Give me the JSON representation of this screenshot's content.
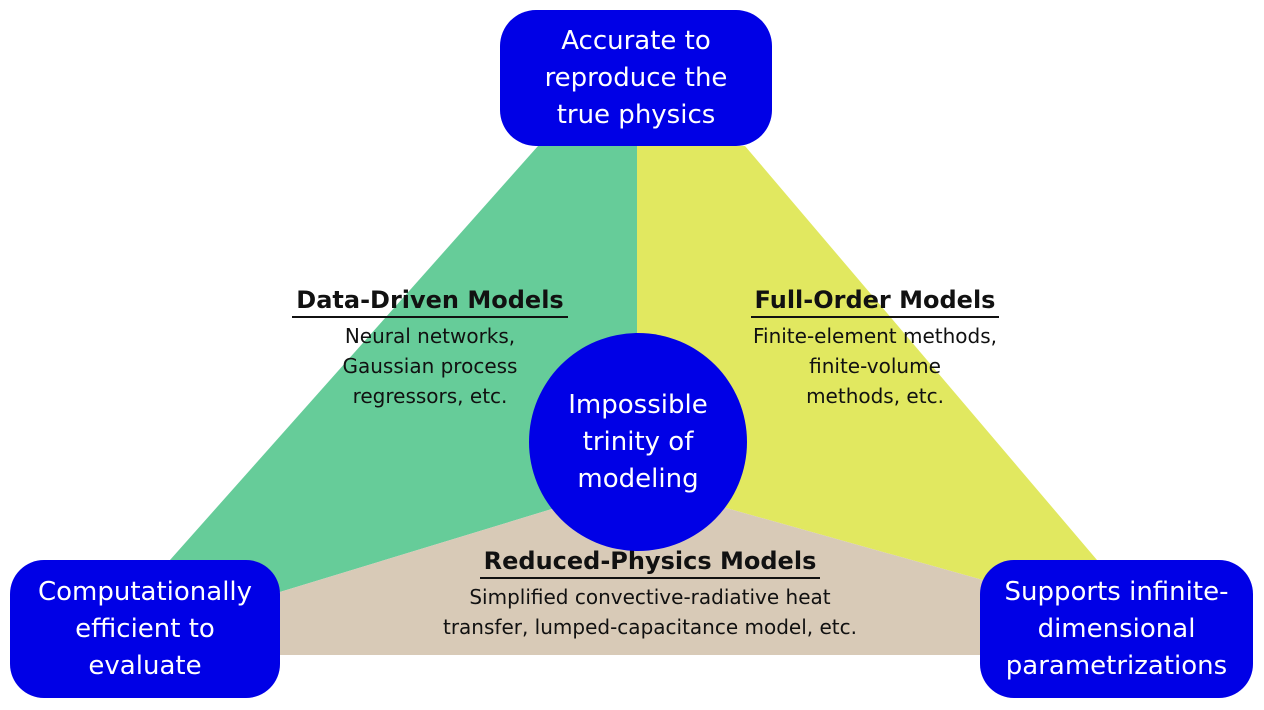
{
  "colors": {
    "box_fill": "#0000e6",
    "data_driven_region": "#66cc99",
    "full_order_region": "#e1e860",
    "reduced_physics_region": "#d8cab7"
  },
  "corners": {
    "top": [
      "Accurate to",
      "reproduce the",
      "true physics"
    ],
    "bottom_left": [
      "Computationally",
      "efficient to",
      "evaluate"
    ],
    "bottom_right": [
      "Supports infinite-",
      "dimensional",
      "parametrizations"
    ]
  },
  "center": [
    "Impossible",
    "trinity of",
    "modeling"
  ],
  "regions": {
    "data_driven": {
      "title": "Data-Driven Models",
      "lines": [
        "Neural networks,",
        "Gaussian process",
        "regressors, etc."
      ]
    },
    "full_order": {
      "title": "Full-Order Models",
      "lines": [
        "Finite-element methods,",
        "finite-volume",
        "methods, etc."
      ]
    },
    "reduced_physics": {
      "title": "Reduced-Physics Models",
      "lines": [
        "Simplified convective-radiative heat",
        "transfer, lumped-capacitance model, etc."
      ]
    }
  }
}
